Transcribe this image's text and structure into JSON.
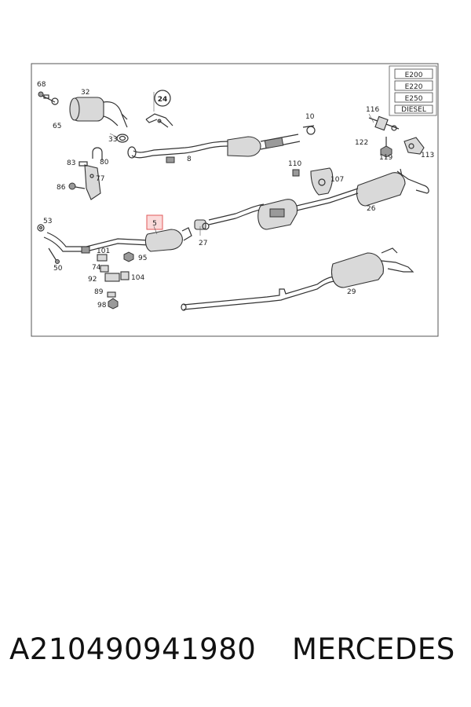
{
  "diagram": {
    "variant_labels": [
      "E200",
      "E220",
      "E250",
      "DIESEL"
    ],
    "callouts": {
      "c68": "68",
      "c32": "32",
      "c65": "65",
      "c24": "24",
      "c33": "33",
      "c8": "8",
      "c10": "10",
      "c116": "116",
      "c122": "122",
      "c119": "119",
      "c113": "113",
      "c83": "83",
      "c80": "80",
      "c77": "77",
      "c86": "86",
      "c110": "110",
      "c107": "107",
      "c26": "26",
      "c53": "53",
      "c5": "5",
      "c27": "27",
      "c50": "50",
      "c101": "101",
      "c74": "74",
      "c95": "95",
      "c92": "92",
      "c104": "104",
      "c89": "89",
      "c98": "98",
      "c29": "29"
    },
    "highlighted_callout": "5",
    "highlight_color": "#e05a5a"
  },
  "caption": {
    "part_number": "A210490941980",
    "brand": "MERCEDES"
  }
}
